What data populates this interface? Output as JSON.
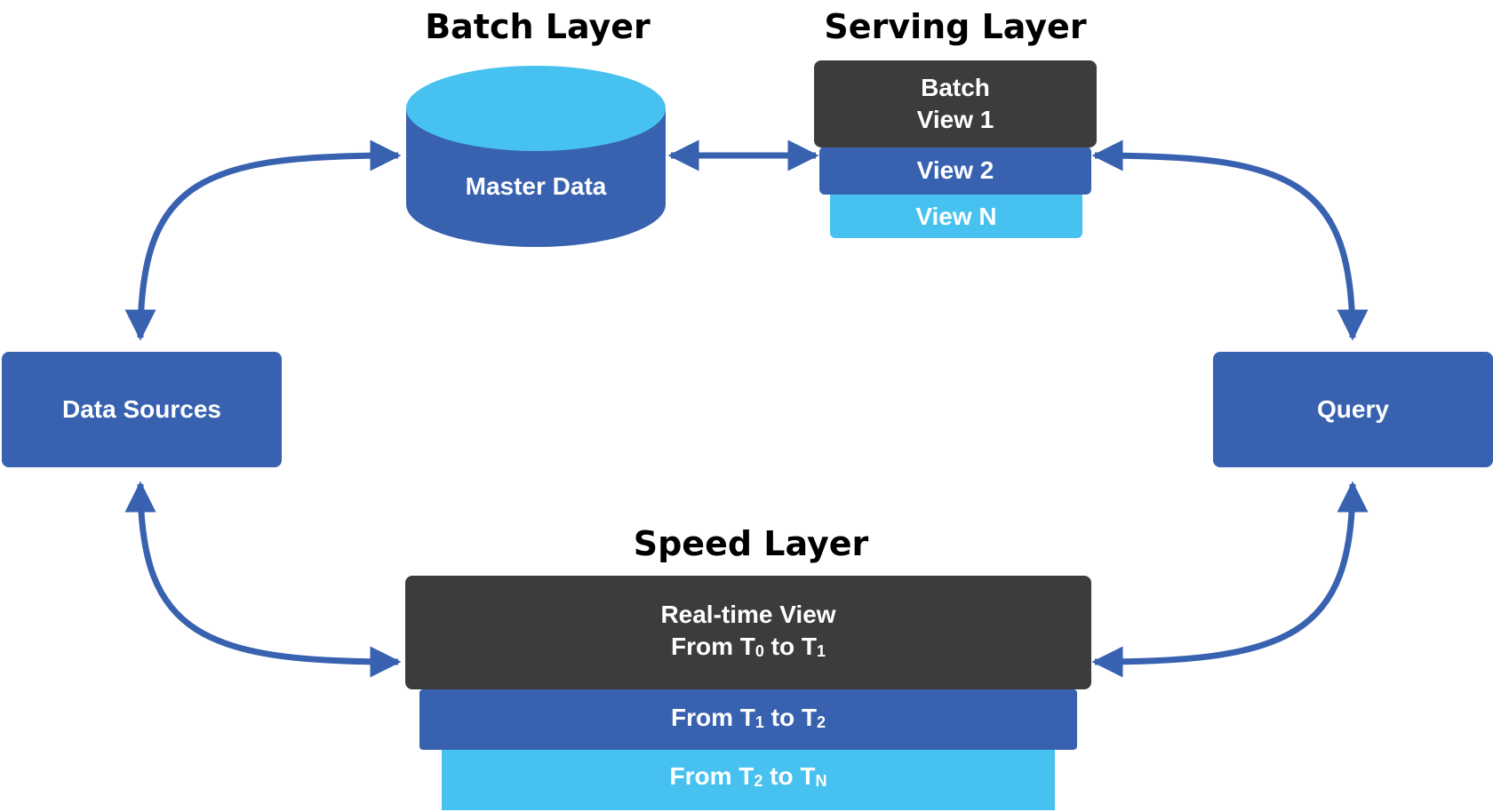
{
  "headings": {
    "batch_layer": "Batch Layer",
    "serving_layer": "Serving Layer",
    "speed_layer": "Speed Layer"
  },
  "batch": {
    "master_data": "Master Data"
  },
  "serving": {
    "batch_view_line1": "Batch",
    "batch_view_line2": "View 1",
    "view2": "View 2",
    "viewN": "View N"
  },
  "nodes": {
    "data_sources": "Data Sources",
    "query": "Query"
  },
  "speed": {
    "realtime_line1": "Real-time View",
    "realtime_line2": {
      "from": "From T",
      "s0": "0",
      "to": " to T",
      "s1": "1"
    },
    "row2": {
      "from": "From T",
      "s0": "1",
      "to": " to T",
      "s1": "2"
    },
    "row3": {
      "from": "From T",
      "s0": "2",
      "to": " to T",
      "s1": "N"
    }
  },
  "colors": {
    "dark": "#3c3c3c",
    "mid_blue": "#3862b0",
    "light_blue": "#47c2f0",
    "arrow": "#3862b0"
  }
}
